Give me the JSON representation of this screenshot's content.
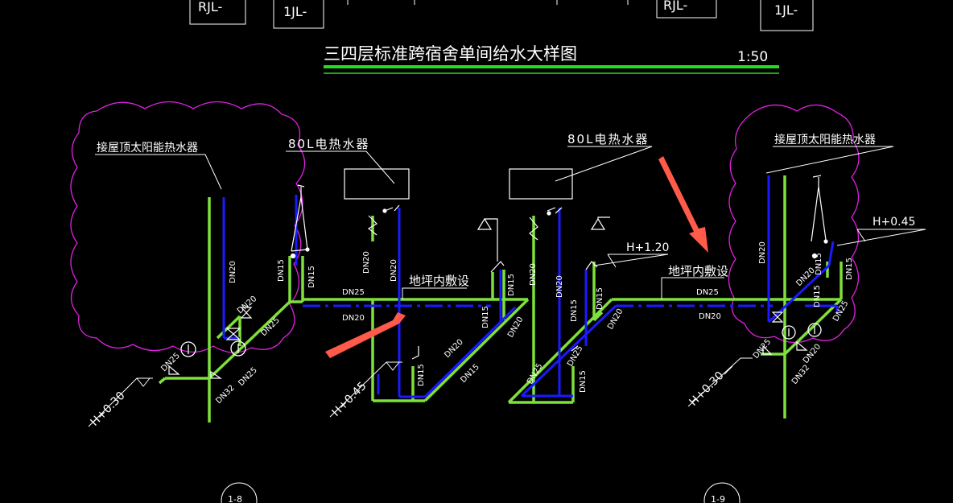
{
  "title": "三四层标准跨宿舍单间给水大样图",
  "scale": "1:50",
  "top_labels": [
    "RJL-",
    "1JL-",
    "RJL-",
    "1JL-"
  ],
  "bottom_labels": [
    "1-8",
    "1-9"
  ],
  "solar_label_left": "接屋顶太阳能热水器",
  "solar_label_right": "接屋顶太阳能热水器",
  "heater_label_left": "80L电热水器",
  "heater_label_right": "80L电热水器",
  "floor_laying_left": "地坪内敷设",
  "floor_laying_right": "地坪内敷设",
  "elevations": {
    "h_030_left": "H+0.30",
    "h_045_left": "H+0.45",
    "h_120": "H+1.20",
    "h_030_right": "H+0.30",
    "h_045_right": "H+0.45"
  },
  "pipe_sizes": {
    "dn15": "DN15",
    "dn20": "DN20",
    "dn25": "DN25",
    "dn32": "DN32"
  },
  "colors": {
    "background": "#000000",
    "cold_water_pipe": "#7ee03a",
    "hot_water_pipe": "#1a1aff",
    "title_underline": "#22dd22",
    "cloud_outline": "#e020e0",
    "annotation_arrow": "#ff5a4a",
    "text": "#ffffff"
  },
  "icons": [
    "water-meter-icon",
    "valve-icon",
    "faucet-icon",
    "shower-head-icon",
    "check-valve-icon",
    "annotation-arrow-icon"
  ]
}
